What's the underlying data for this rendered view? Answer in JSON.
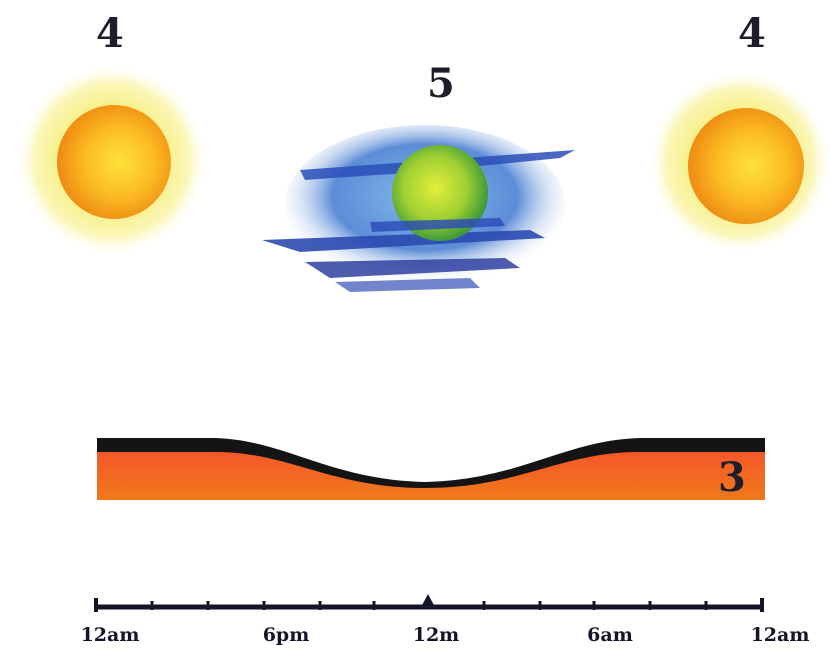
{
  "labels": {
    "left_sun": "4",
    "moon": "5",
    "right_sun": "4",
    "band": "3"
  },
  "timeline": {
    "ticks": [
      "12am",
      "6pm",
      "12m",
      "6am",
      "12am"
    ]
  },
  "colors": {
    "sun_outer": "#f7f19a",
    "sun_core": "#f5a21a",
    "moon_blue": "#2f56c8",
    "moon_core": "#9bd12e",
    "band_top": "#1a1a1a",
    "band_fill": "#f06a1c",
    "ink": "#1e1e2a"
  }
}
